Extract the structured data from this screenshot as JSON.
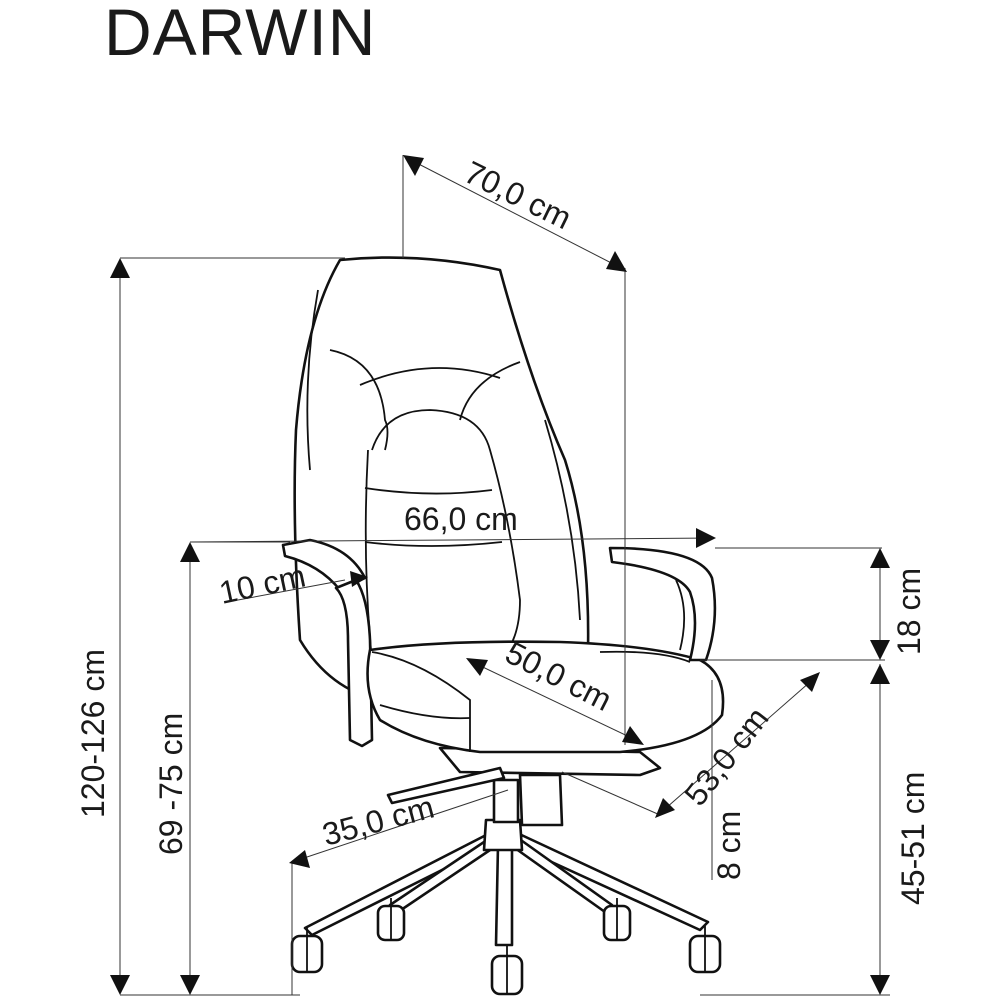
{
  "title": "DARWIN",
  "dimensions": {
    "top_depth": "70,0 cm",
    "arm_width": "66,0 cm",
    "arm_pad": "10 cm",
    "arm_height": "18 cm",
    "total_height": "120-126 cm",
    "arm_floor_height": "69 -75 cm",
    "seat_width": "50,0 cm",
    "seat_depth": "53,0 cm",
    "seat_thickness": "8 cm",
    "seat_height": "45-51 cm",
    "base_radius": "35,0 cm"
  }
}
